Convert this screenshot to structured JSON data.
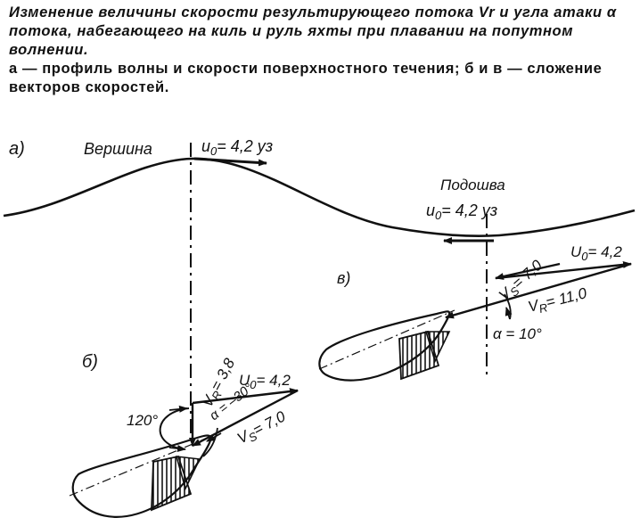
{
  "caption": {
    "italic": "Изменение величины скорости результирующего потока Vr и угла атаки α потока, набегающего на киль и руль яхты при плавании на попутном волнении.",
    "legend": "а — профиль волны и скорости поверхностного течения; б и в — сложение векторов скоростей."
  },
  "labels": {
    "panel_a": "а)",
    "panel_b": "б)",
    "panel_v": "в)",
    "crest": "Вершина",
    "trough": "Подошва",
    "u0_crest": {
      "base": "u",
      "sub": "0",
      "rest": "= 4,2 уз"
    },
    "u0_trough": {
      "base": "u",
      "sub": "0",
      "rest": "= 4,2 уз"
    },
    "b": {
      "vr": {
        "base": "V",
        "sub": "R",
        "rest": "= 3,8"
      },
      "u0": {
        "base": "U",
        "sub": "0",
        "rest": "= 4,2"
      },
      "vs": {
        "base": "V",
        "sub": "S",
        "rest": "= 7,0"
      },
      "alpha": "α = –30°",
      "angle": "120°"
    },
    "v": {
      "vs": {
        "base": "V",
        "sub": "S",
        "rest": "= 7,0"
      },
      "u0": {
        "base": "U",
        "sub": "0",
        "rest": "= 4,2"
      },
      "vr": {
        "base": "V",
        "sub": "R",
        "rest": "= 11,0"
      },
      "alpha": "α = 10°"
    }
  }
}
